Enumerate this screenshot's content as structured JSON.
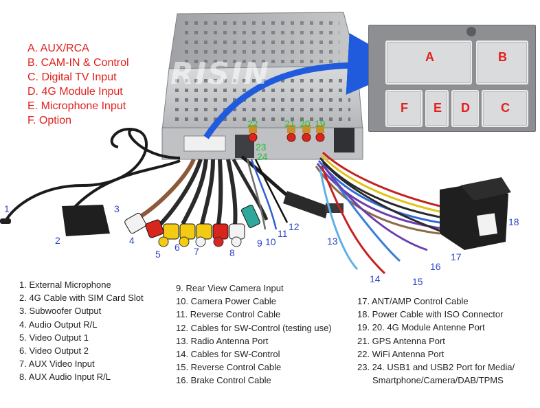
{
  "watermark": "ERISIN",
  "ports": [
    "A. AUX/RCA",
    "B. CAM-IN & Control",
    "C. Digital TV Input",
    "D. 4G Module Input",
    "E. Microphone Input",
    "F. Option"
  ],
  "inset_connectors": [
    "A",
    "B",
    "F",
    "E",
    "D",
    "C"
  ],
  "callouts": [
    "1",
    "2",
    "3",
    "4",
    "5",
    "6",
    "7",
    "8",
    "9",
    "10",
    "11",
    "12",
    "13",
    "14",
    "15",
    "16",
    "17",
    "18",
    "19",
    "20",
    "21",
    "22",
    "23",
    "24"
  ],
  "items_col1": [
    "1. External Microphone",
    "2. 4G Cable with SIM Card Slot",
    "3. Subwoofer Output",
    "4. Audio Output R/L",
    "5. Video Output 1",
    "6. Video Output 2",
    "7. AUX Video Input",
    "8. AUX Audio Input R/L"
  ],
  "items_col2": [
    "9. Rear View Camera Input",
    "10. Camera Power Cable",
    "11. Reverse Control Cable",
    "12. Cables for SW-Control (testing use)",
    "13. Radio Antenna Port",
    "14. Cables for SW-Control",
    "15. Reverse Control Cable",
    "16. Brake Control Cable"
  ],
  "items_col3": [
    "17. ANT/AMP Control Cable",
    "18. Power Cable with ISO Connector",
    "19. 20. 4G Module Antenne Port",
    "21. GPS Antenna Port",
    "22. WiFi Antenna Port",
    "23. 24. USB1 and USB2 Port for Media/",
    "Smartphone/Camera/DAB/TPMS"
  ],
  "colors": {
    "port_text": "#e0201c",
    "callout_blue": "#2b45c8",
    "callout_green": "#22c33a",
    "arrow": "#1f5bdc",
    "chassis": "#c9cbcd",
    "rca_red": "#d8261d",
    "rca_yellow": "#f2cb12",
    "rca_white": "#f2f2f2",
    "rca_teal": "#2fa79a"
  }
}
